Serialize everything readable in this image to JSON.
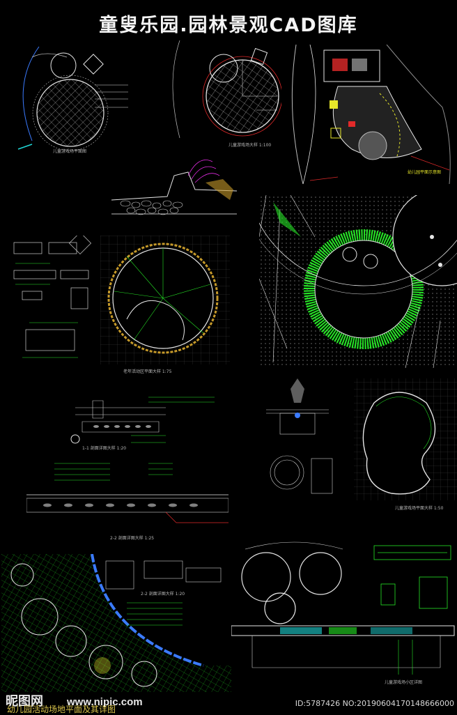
{
  "title": "童叟乐园.园林景观CAD图库",
  "captions": {
    "p1": "儿童游戏场平面图",
    "p2": "儿童游戏场大样 1:100",
    "p4": "幼儿园平面示意图",
    "p5": "老年活动区平面大样 1:75",
    "p6": "2-2 剖面详图大样 1:20",
    "p7": "儿童游戏场平面大样 1:50",
    "p8": "幼儿园活动场地平面及其详图",
    "p9": "儿童游戏场小区详图",
    "sec1": "1-1 剖面详图大样 1:20",
    "sec2": "2-2 剖面详图大样 1:25"
  },
  "footer": {
    "logo": "昵图网",
    "url": "www.nipic.com",
    "id": "ID:5787426 NO:20190604170148666000"
  },
  "colors": {
    "green": "#26e626",
    "white": "#e6e6e6",
    "red": "#e22a2a",
    "yellow": "#e6e62a",
    "cyan": "#1fd6d6",
    "magenta": "#e12be1",
    "grey": "#8f8f8f"
  }
}
